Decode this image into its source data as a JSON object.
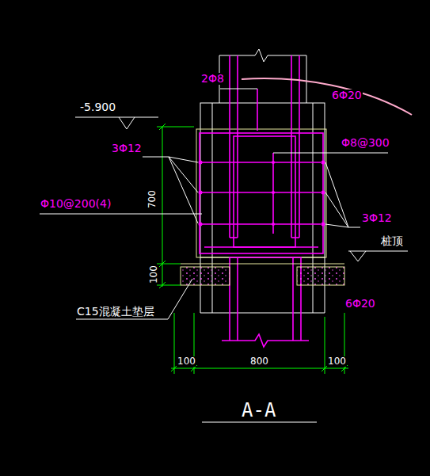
{
  "diagram": {
    "caption": "A-A",
    "labels": [
      "2Φ8",
      "6Φ20",
      "-5.900",
      "3Φ12",
      "Φ8@300",
      "Φ10@200(4)",
      "700",
      "3Φ12",
      "桩顶",
      "100",
      "C15混凝土垫层",
      "6Φ20",
      "100",
      "800",
      "100"
    ]
  }
}
